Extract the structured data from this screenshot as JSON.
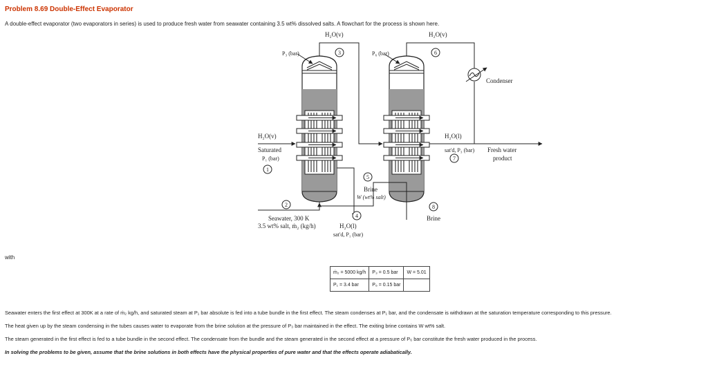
{
  "problem_title": "Problem 8.69 Double-Effect Evaporator",
  "intro": "A double-effect evaporator (two evaporators in series) is used to produce fresh water from seawater containing 3.5 wt% dissolved salts. A flowchart for the process is shown here.",
  "with_label": "with",
  "diagram": {
    "vapor_label_1": "H₂O(v)",
    "vapor_label_2": "H₂O(v)",
    "stream_3": "3",
    "stream_6": "6",
    "p3_label": "P₃ (bar)",
    "p6_label": "P₆ (bar)",
    "condenser": "Condenser",
    "steam_label": "H₂O(v)",
    "saturated": "Saturated",
    "p1_label": "P₁ (bar)",
    "stream_1": "1",
    "liquid_label": "H₂O(l)",
    "satd_p3": "sat'd, P₃ (bar)",
    "fresh_water": "Fresh water",
    "product": "product",
    "stream_7": "7",
    "stream_5": "5",
    "brine_1": "Brine",
    "brine_w": "W (wt% salt)",
    "stream_2": "2",
    "stream_4": "4",
    "stream_8": "8",
    "seawater_1": "Seawater, 300 K",
    "seawater_2": "3.5 wt% salt, ṁ₂ (kg/h)",
    "condensate_1": "H₂O(l)",
    "condensate_2": "sat'd, P₁ (bar)",
    "brine_2": "Brine"
  },
  "params": {
    "m2": "ṁ₂ = 5000 kg/h",
    "p3": "P₃ = 0.5 bar",
    "w": "W = 5.01",
    "p1": "P₁ = 3.4 bar",
    "p6": "P₆ = 0.15 bar"
  },
  "paragraphs": [
    "Seawater enters the first effect at 300K at a rate of ṁ₂ kg/h, and saturated steam at P₁ bar absolute is fed into a tube bundle in the first effect. The steam condenses at P₁ bar, and the condensate is withdrawn at the saturation temperature corresponding to this pressure.",
    "The heat given up by the steam condensing in the tubes causes water to evaporate from the brine solution at the pressure of P₃ bar maintained in the effect. The exiting brine contains W wt% salt.",
    "The steam generated in the first effect is fed to a tube bundle in the second effect. The condensate from the bundle and the steam generated in the second effect at a pressure of P₆ bar constitute the fresh water produced in the process.",
    "In solving the problems to be given, assume that the brine solutions in both effects have the physical properties of pure water and that the effects operate adiabatically."
  ]
}
